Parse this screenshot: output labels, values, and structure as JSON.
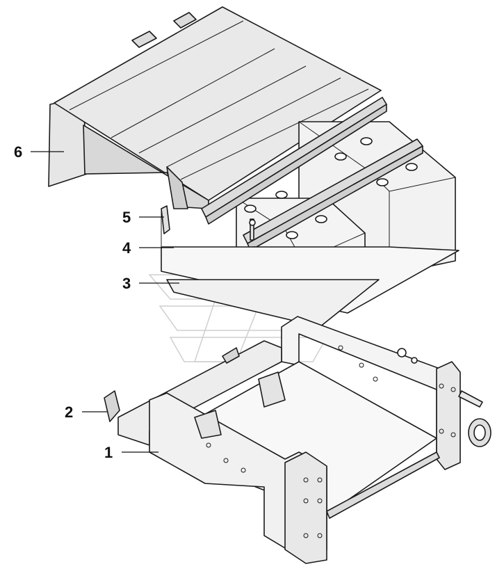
{
  "callouts": [
    {
      "id": "1",
      "label": "1"
    },
    {
      "id": "2",
      "label": "2"
    },
    {
      "id": "3",
      "label": "3"
    },
    {
      "id": "4",
      "label": "4"
    },
    {
      "id": "5",
      "label": "5"
    },
    {
      "id": "6",
      "label": "6"
    }
  ],
  "colors": {
    "line": "#1a1a1a",
    "cover": "#e6e6e6",
    "battery": "#f2f2f2",
    "watermark": "#cfcfcf"
  }
}
